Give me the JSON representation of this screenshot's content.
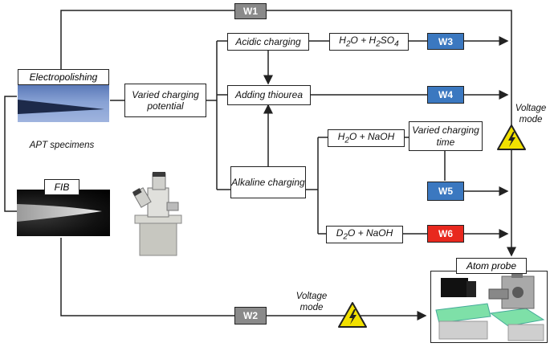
{
  "boxes": {
    "electropolishing": "Electropolishing",
    "fib": "FIB",
    "varied_charging_potential": "Varied charging potential",
    "acidic_charging": "Acidic charging",
    "adding_thiourea": "Adding thiourea",
    "alkaline_charging": "Alkaline charging",
    "varied_charging_time": "Varied charging time",
    "atom_probe": "Atom probe"
  },
  "chemicals": {
    "h2o_h2so4": {
      "a": "H",
      "a_sub": "2",
      "b": "O + H",
      "b_sub": "2",
      "c": "SO",
      "c_sub": "4"
    },
    "h2o_naoh": {
      "a": "H",
      "a_sub": "2",
      "b": "O + NaOH"
    },
    "d2o_naoh": {
      "a": "D",
      "a_sub": "2",
      "b": "O + NaOH"
    }
  },
  "labels": {
    "apt_specimens": "APT specimens",
    "voltage_mode_right": "Voltage mode",
    "voltage_mode_bottom": "Voltage mode"
  },
  "w_labels": {
    "w1": "W1",
    "w2": "W2",
    "w3": "W3",
    "w4": "W4",
    "w5": "W5",
    "w6": "W6"
  },
  "colors": {
    "blue": "#3b78c0",
    "red": "#e8281e",
    "gray": "#8a8a8a",
    "warning_yellow": "#f2e100"
  },
  "icons": [
    "high-voltage-warning-icon",
    "fib-instrument-icon",
    "atom-probe-instrument-icon",
    "arrowhead-icon"
  ]
}
